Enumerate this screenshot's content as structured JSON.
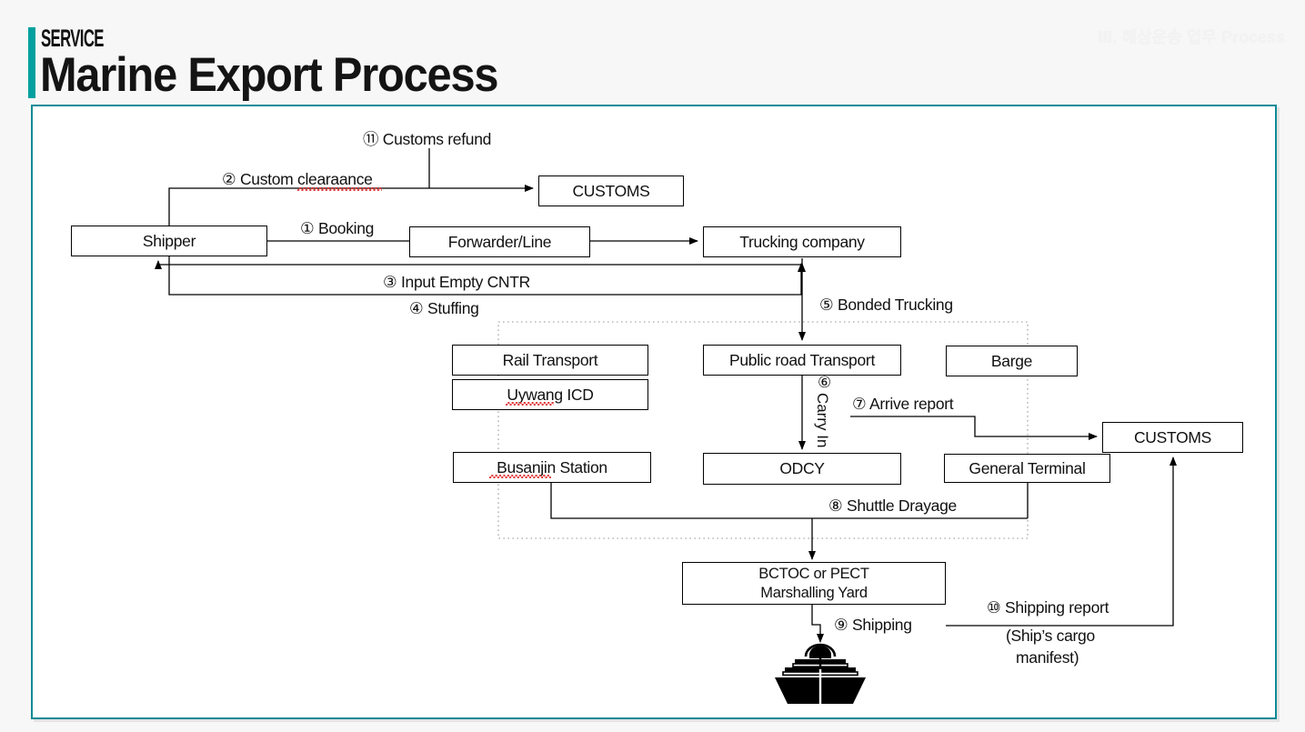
{
  "header": {
    "kicker": "SERVICE",
    "title": "Marine Export Process",
    "chapter": "Ⅲ. 해상운송 업무 Process",
    "accent_color": "#00A0A0",
    "frame_color": "#0e8a96"
  },
  "diagram": {
    "type": "flowchart",
    "title": "Marine Export Process",
    "nodes": [
      {
        "id": "shipper",
        "label": "Shipper"
      },
      {
        "id": "customs_top",
        "label": "CUSTOMS"
      },
      {
        "id": "forwarder",
        "label": "Forwarder/Line"
      },
      {
        "id": "trucking",
        "label": "Trucking company"
      },
      {
        "id": "rail",
        "label": "Rail Transport"
      },
      {
        "id": "uywang",
        "label": "Uywang ICD"
      },
      {
        "id": "busanjin",
        "label": "Busanjin Station"
      },
      {
        "id": "publicroad",
        "label": "Public road Transport"
      },
      {
        "id": "odcy",
        "label": "ODCY"
      },
      {
        "id": "barge",
        "label": "Barge"
      },
      {
        "id": "general",
        "label": "General Terminal"
      },
      {
        "id": "customs_right",
        "label": "CUSTOMS"
      },
      {
        "id": "marshalling",
        "label_line1": "BCTOC or PECT",
        "label_line2": "Marshalling Yard"
      }
    ],
    "edges": [
      {
        "num": "①",
        "label": "① Booking",
        "from": "shipper",
        "to": "forwarder"
      },
      {
        "num": "②",
        "label": "② Custom clearaance",
        "from": "shipper",
        "to": "customs_top",
        "misspelled": true
      },
      {
        "num": "③",
        "label": "③ Input Empty CNTR",
        "from": "trucking",
        "to": "shipper"
      },
      {
        "num": "④",
        "label": "④ Stuffing",
        "from": "shipper",
        "to": "trucking"
      },
      {
        "num": "⑤",
        "label": "⑤ Bonded Trucking",
        "from": "trucking",
        "to": "publicroad",
        "bidirectional": true
      },
      {
        "num": "⑥",
        "label": "⑥",
        "label2": "Carry In",
        "from": "publicroad",
        "to": "odcy",
        "vertical_text": true
      },
      {
        "num": "⑦",
        "label": "⑦ Arrive report",
        "from": "odcy",
        "to": "customs_right"
      },
      {
        "num": "⑧",
        "label": "⑧ Shuttle Drayage",
        "from": "busanjin",
        "to": "marshalling"
      },
      {
        "num": "⑨",
        "label": "⑨ Shipping",
        "from": "marshalling",
        "to": "vessel"
      },
      {
        "num": "⑩",
        "label": "⑩ Shipping report",
        "label2": "(Ship’s cargo",
        "label3": "manifest)",
        "from": "vessel",
        "to": "customs_right"
      },
      {
        "num": "⑪",
        "label": "⑪ Customs refund",
        "from": "customs_top",
        "to": "shipper"
      }
    ],
    "icons": [
      {
        "name": "ship-icon",
        "label": "vessel"
      }
    ],
    "group_boundary": {
      "style": "dotted",
      "label": ""
    }
  }
}
